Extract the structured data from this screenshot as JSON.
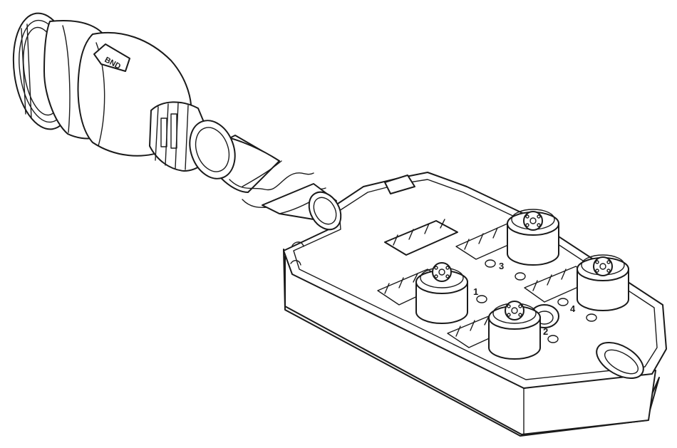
{
  "logo": {
    "text": "BND"
  },
  "ports": [
    {
      "number": "1"
    },
    {
      "number": "2"
    },
    {
      "number": "3"
    },
    {
      "number": "4"
    }
  ],
  "colors": {
    "line": "#1a1a1a",
    "fill": "#ffffff",
    "shade": "#f2f2f2"
  }
}
